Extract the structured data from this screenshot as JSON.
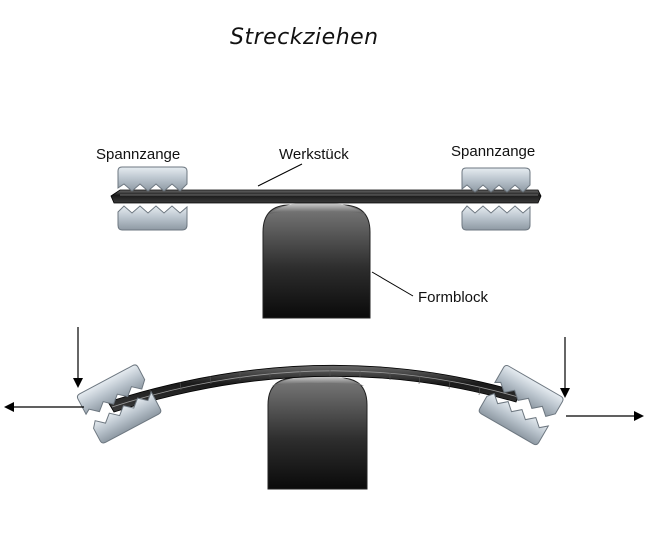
{
  "title": "Streckziehen",
  "labels": {
    "clamp_left": "Spannzange",
    "clamp_right": "Spannzange",
    "workpiece": "Werkstück",
    "form_block": "Formblock"
  }
}
